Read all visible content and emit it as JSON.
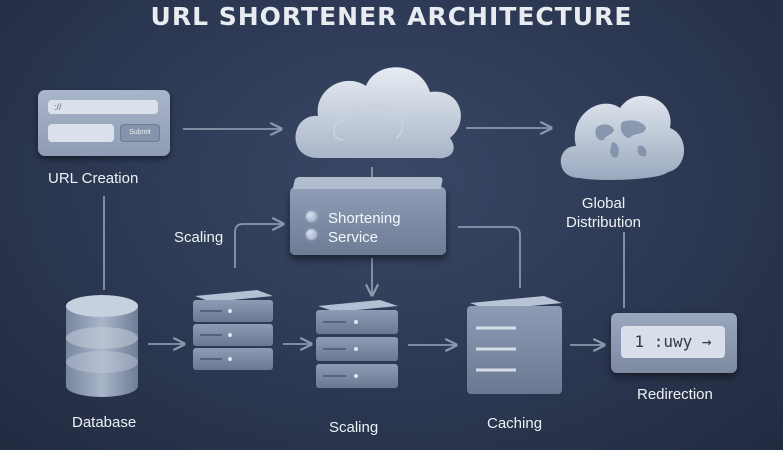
{
  "title": "URL SHORTENER ARCHITECTURE",
  "nodes": {
    "url_creation": {
      "label": "URL Creation",
      "form": {
        "url_placeholder": "://",
        "submit_label": "Submit"
      }
    },
    "shortening_service": {
      "line1": "Shortening",
      "line2": "Service"
    },
    "global_distribution": {
      "line1": "Global",
      "line2": "Distribution"
    },
    "database": {
      "label": "Database"
    },
    "scaling_left": {
      "label": "Scaling"
    },
    "scaling_center": {
      "label": "Scaling"
    },
    "caching": {
      "label": "Caching"
    },
    "redirection": {
      "label": "Redirection",
      "display_text": "1 :uwy →"
    }
  },
  "colors": {
    "background": "#2c3852",
    "node_fill": "#8d9bb4",
    "node_light": "#c3cddd",
    "connector": "#8b97ab",
    "text": "#eef1f6"
  }
}
